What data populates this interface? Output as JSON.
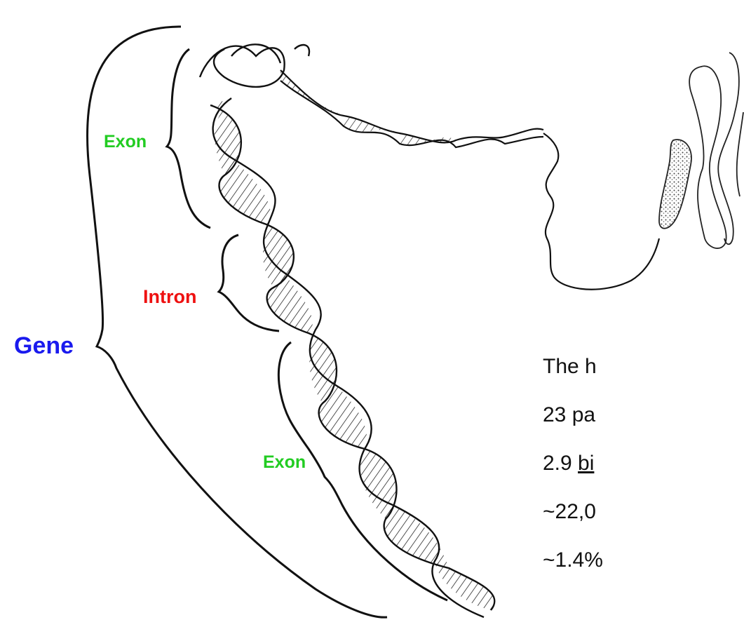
{
  "labels": {
    "exon_top": "Exon",
    "intron": "Intron",
    "exon_bottom": "Exon",
    "gene": "Gene"
  },
  "colors": {
    "exon": "#22cc22",
    "intron": "#ee1111",
    "gene": "#1a1aee",
    "ink": "#111111"
  },
  "facts": [
    {
      "before": "The h",
      "link": "",
      "after": ""
    },
    {
      "before": "23 pa",
      "link": "",
      "after": ""
    },
    {
      "before": "2.9 ",
      "link": "bi",
      "after": ""
    },
    {
      "before": "~22,0",
      "link": "",
      "after": ""
    },
    {
      "before": "~1.4%",
      "link": "",
      "after": ""
    }
  ]
}
